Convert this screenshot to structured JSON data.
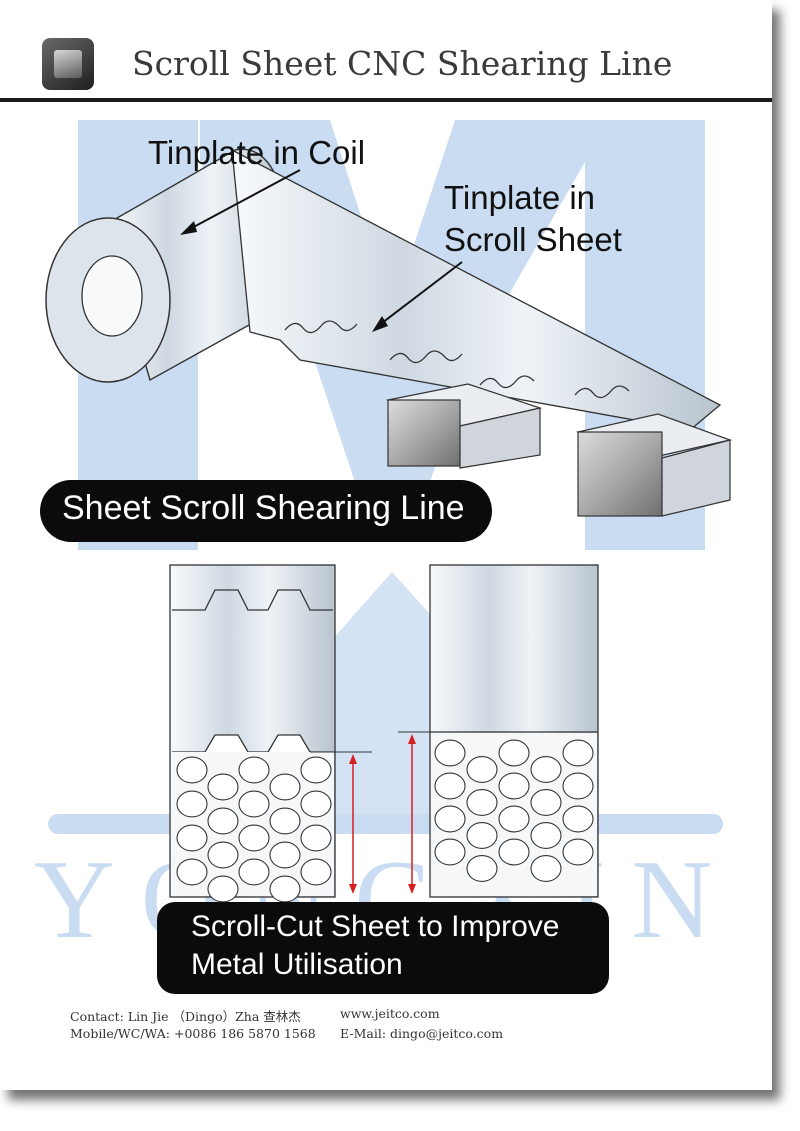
{
  "header": {
    "title": "Scroll Sheet CNC Shearing Line",
    "logo_icon": "box-logo-icon"
  },
  "watermark": {
    "text": "YONGXIN",
    "color": "#c9dcf1"
  },
  "illustration": {
    "label_coil": "Tinplate in Coil",
    "label_scroll_line1": "Tinplate in",
    "label_scroll_line2": "Scroll Sheet"
  },
  "banner_top": {
    "text": "Sheet Scroll Shearing Line"
  },
  "banner_bottom": {
    "line1": "Scroll-Cut Sheet to Improve",
    "line2": "Metal Utilisation"
  },
  "contact": {
    "contact_line": "Contact: Lin Jie （Dingo）Zha 查林杰",
    "phone_line": "Mobile/WC/WA: +0086 186 5870 1568",
    "website": "www.jeitco.com",
    "email_line": "E-Mail: dingo@jeitco.com"
  },
  "colors": {
    "accent_red": "#d42020",
    "metal_light": "#eef3f8",
    "metal_mid": "#c7d1dc",
    "banner_black": "#0b0b0b"
  }
}
